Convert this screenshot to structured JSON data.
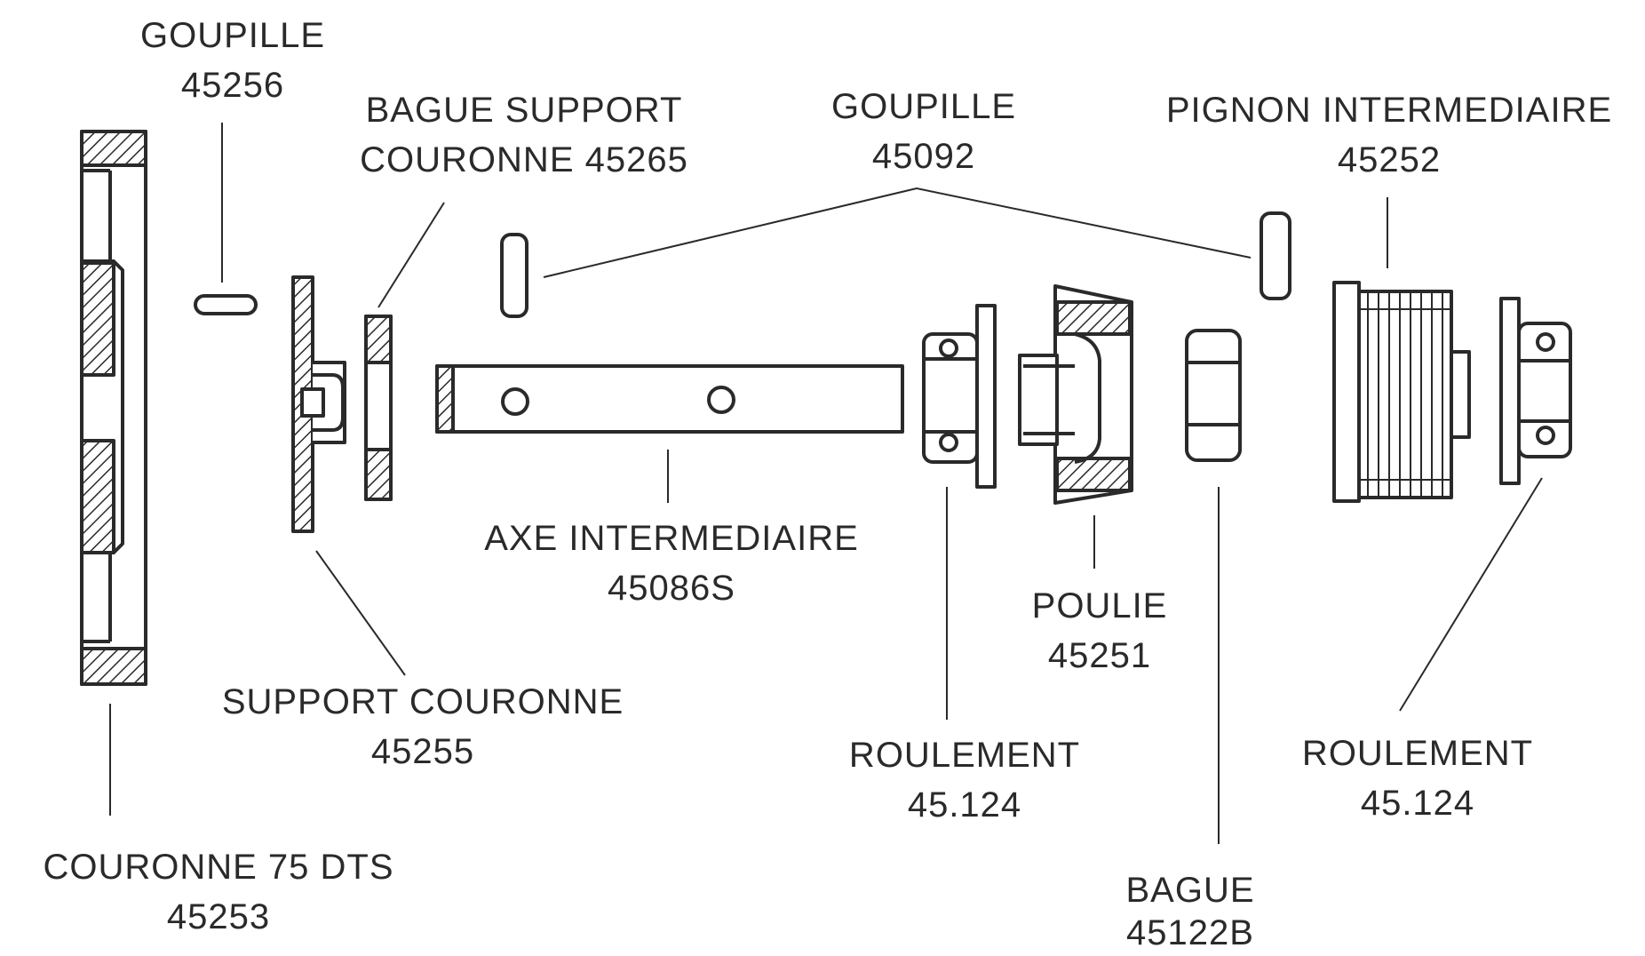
{
  "parts": {
    "goupille_left": {
      "name": "GOUPILLE",
      "ref": "45256"
    },
    "bague_support": {
      "name": "BAGUE SUPPORT",
      "ref": "COURONNE 45265"
    },
    "goupille_right": {
      "name": "GOUPILLE",
      "ref": "45092"
    },
    "pignon": {
      "name": "PIGNON INTERMEDIAIRE",
      "ref": "45252"
    },
    "axe": {
      "name": "AXE INTERMEDIAIRE",
      "ref": "45086S"
    },
    "poulie": {
      "name": "POULIE",
      "ref": "45251"
    },
    "support_couronne": {
      "name": "SUPPORT COURONNE",
      "ref": "45255"
    },
    "roulement_left": {
      "name": "ROULEMENT",
      "ref": "45.124"
    },
    "roulement_right": {
      "name": "ROULEMENT",
      "ref": "45.124"
    },
    "couronne": {
      "name": "COURONNE 75 DTS",
      "ref": "45253"
    },
    "bague": {
      "name": "BAGUE",
      "ref": "45122B"
    }
  },
  "colors": {
    "line": "#2a2a2a",
    "background": "#ffffff"
  }
}
